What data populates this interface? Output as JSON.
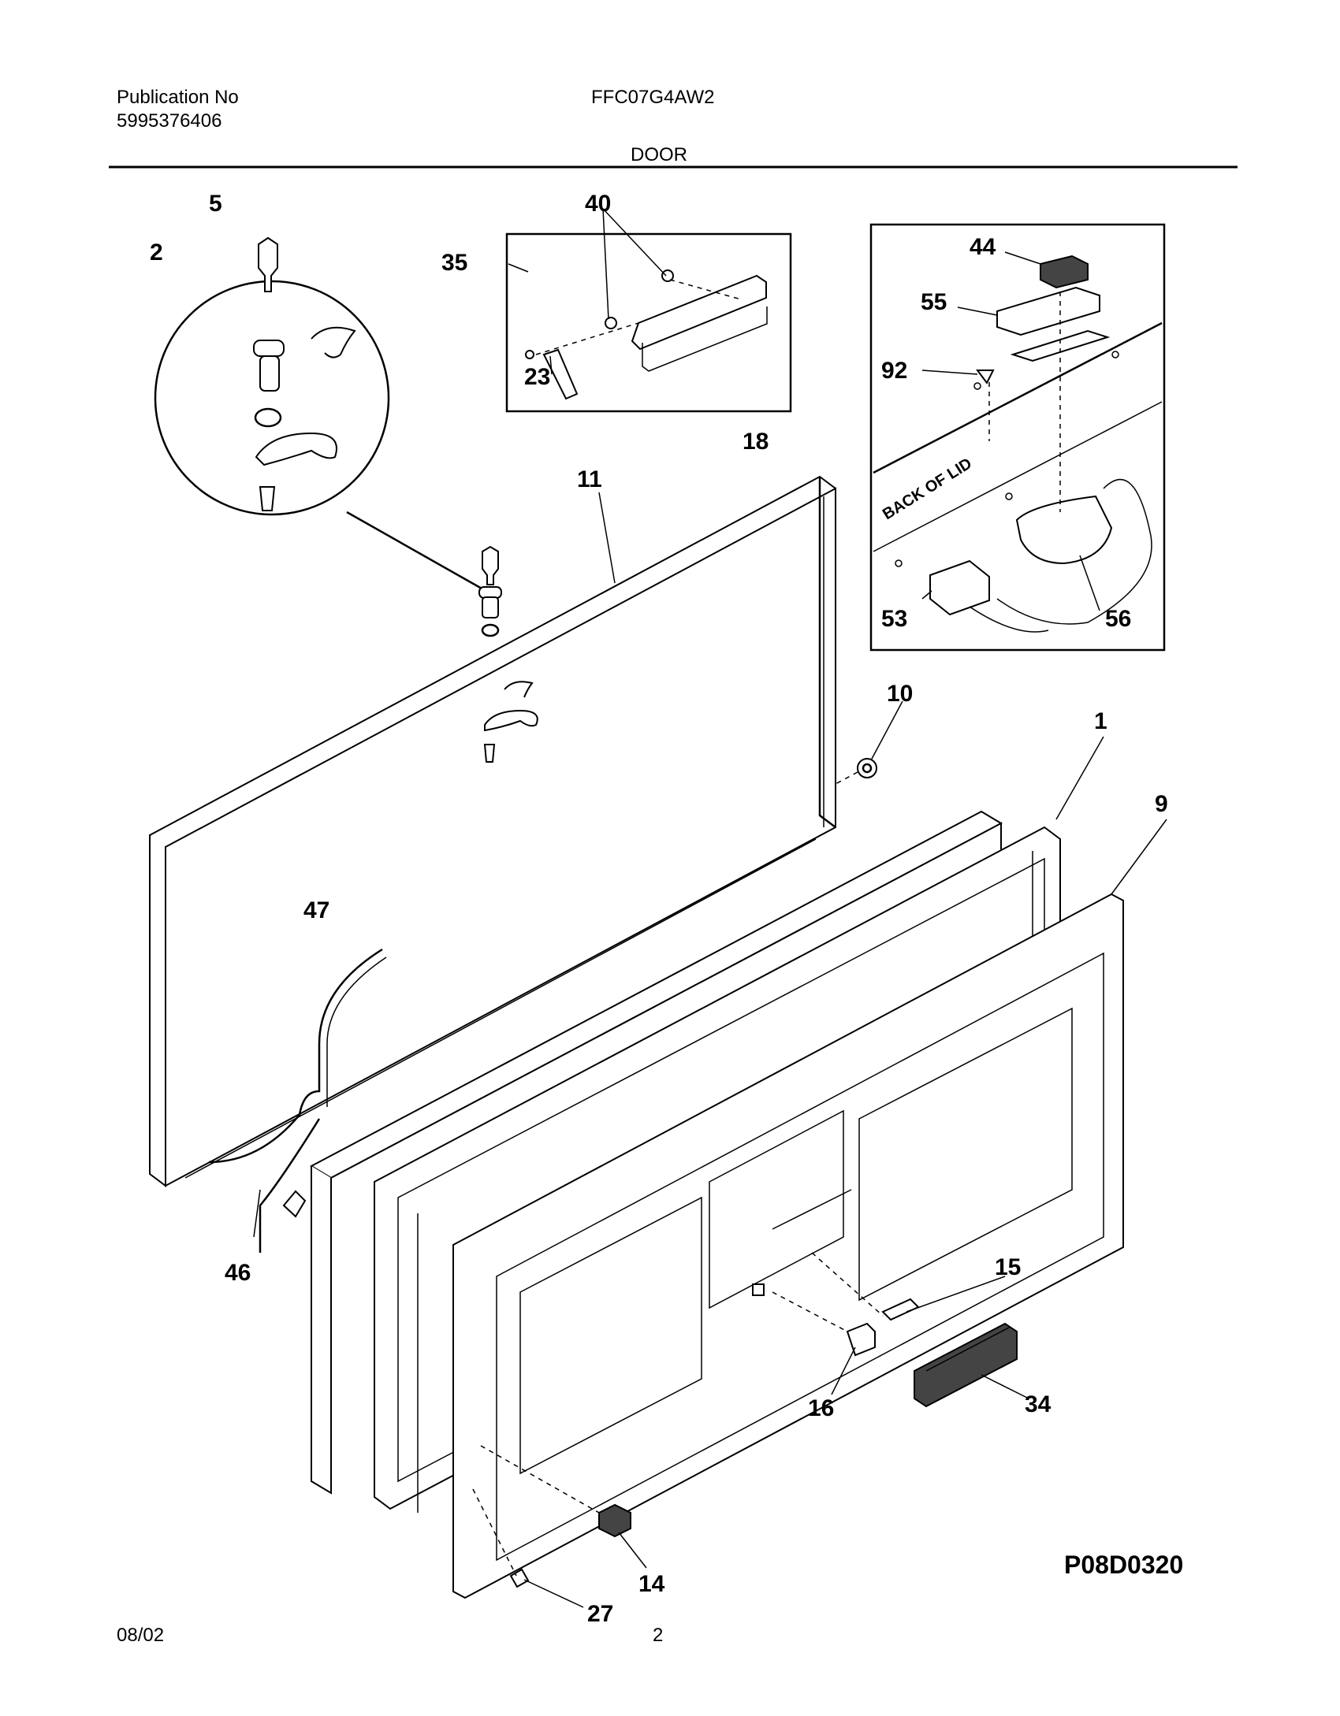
{
  "header": {
    "publication_label": "Publication No",
    "publication_number": "5995376406",
    "model": "FFC07G4AW2",
    "section": "DOOR"
  },
  "footer": {
    "date": "08/02",
    "page": "2"
  },
  "diagram": {
    "code": "P08D0320",
    "back_of_lid_label": "BACK OF LID",
    "part_labels": [
      "5",
      "2",
      "40",
      "35",
      "23",
      "18",
      "44",
      "55",
      "92",
      "53",
      "56",
      "11",
      "10",
      "1",
      "9",
      "47",
      "46",
      "15",
      "16",
      "34",
      "14",
      "27"
    ]
  }
}
